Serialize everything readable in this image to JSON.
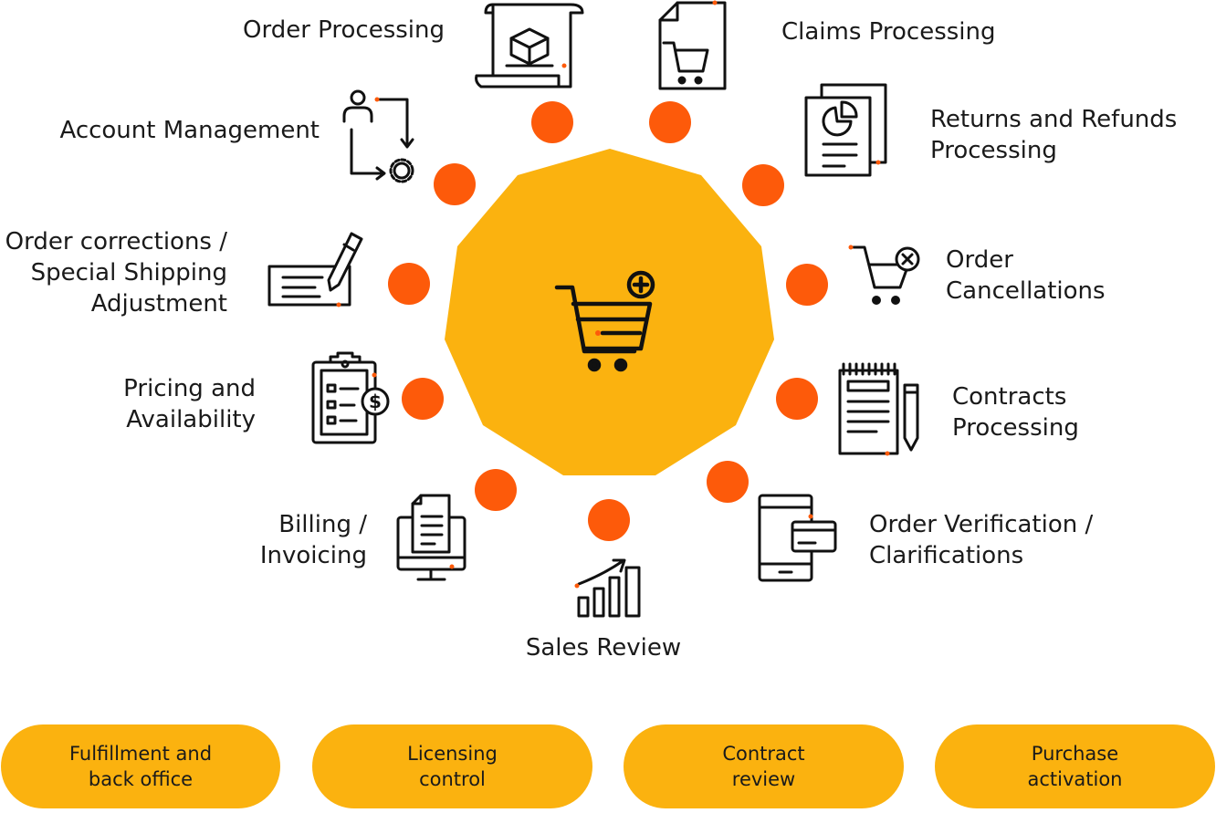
{
  "colors": {
    "hub": "#fbb20f",
    "dot": "#fd5a0a",
    "pill": "#fbb20f",
    "icon": "#111111",
    "accent": "#fd5a0a"
  },
  "center": {
    "icon": "cart-plus-icon"
  },
  "services": [
    {
      "label": "Order Processing",
      "icon": "box-scroll-icon"
    },
    {
      "label": "Claims Processing",
      "icon": "cart-document-icon"
    },
    {
      "label": "Returns and Refunds\nProcessing",
      "icon": "report-pie-icon"
    },
    {
      "label": "Order\nCancellations",
      "icon": "cart-cancel-icon"
    },
    {
      "label": "Contracts\nProcessing",
      "icon": "contract-pencil-icon"
    },
    {
      "label": "Order Verification /\nClarifications",
      "icon": "phone-card-icon"
    },
    {
      "label": "Sales Review",
      "icon": "growth-chart-icon"
    },
    {
      "label": "Billing /\nInvoicing",
      "icon": "invoice-monitor-icon"
    },
    {
      "label": "Pricing and\nAvailability",
      "icon": "clipboard-dollar-icon"
    },
    {
      "label": "Order corrections /\nSpecial Shipping\nAdjustment",
      "icon": "cheque-pen-icon"
    },
    {
      "label": "Account Management",
      "icon": "user-flow-gear-icon"
    }
  ],
  "pills": [
    {
      "label": "Fulfillment and\nback office"
    },
    {
      "label": "Licensing\ncontrol"
    },
    {
      "label": "Contract\nreview"
    },
    {
      "label": "Purchase\nactivation"
    }
  ]
}
